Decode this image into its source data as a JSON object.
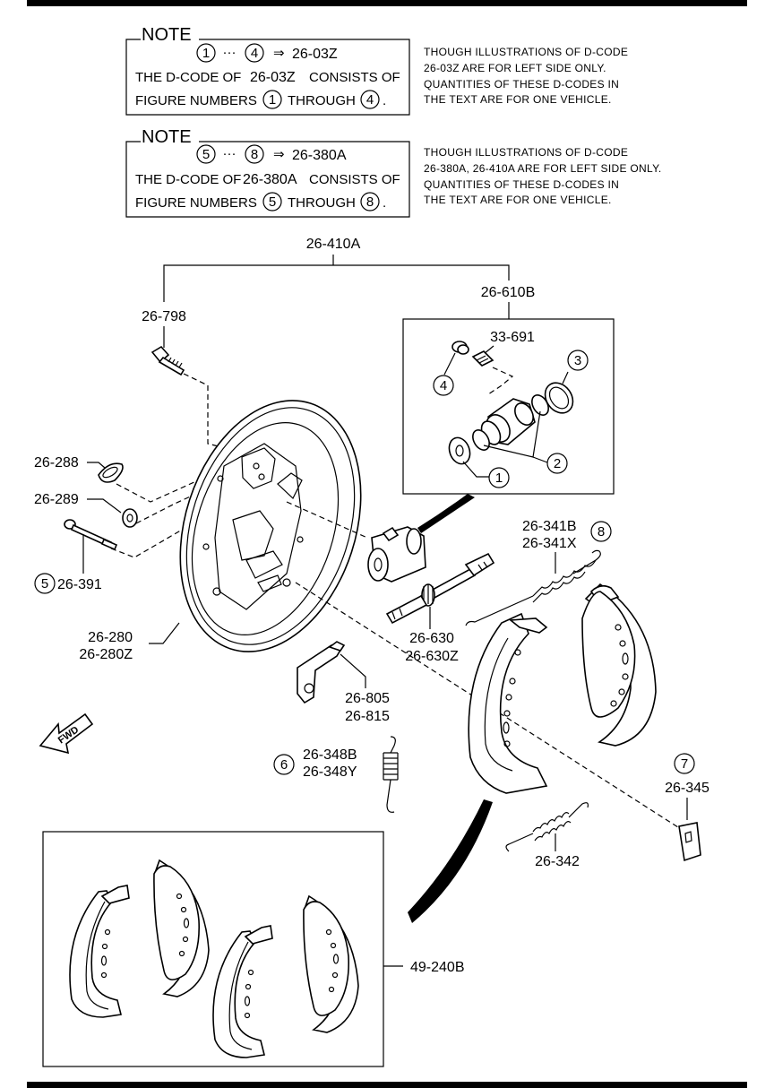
{
  "notes": [
    {
      "heading": "NOTE",
      "range_start": "1",
      "range_end": "4",
      "code": "26-03Z",
      "line2_prefix": "THE D-CODE OF",
      "line2_code": "26-03Z",
      "line2_suffix": "CONSISTS OF",
      "line3_prefix": "FIGURE NUMBERS",
      "line3_mid": "THROUGH",
      "side_lines": [
        "THOUGH ILLUSTRATIONS OF D-CODE",
        "26-03Z ARE FOR LEFT SIDE ONLY.",
        "QUANTITIES OF THESE D-CODES IN",
        "THE TEXT ARE FOR ONE VEHICLE."
      ]
    },
    {
      "heading": "NOTE",
      "range_start": "5",
      "range_end": "8",
      "code": "26-380A",
      "line2_prefix": "THE D-CODE OF",
      "line2_code": "26-380A",
      "line2_suffix": "CONSISTS OF",
      "line3_prefix": "FIGURE NUMBERS",
      "line3_mid": "THROUGH",
      "side_lines": [
        "THOUGH ILLUSTRATIONS OF D-CODE",
        "26-380A, 26-410A ARE FOR LEFT SIDE ONLY.",
        "QUANTITIES OF THESE D-CODES IN",
        "THE TEXT ARE FOR ONE VEHICLE."
      ]
    }
  ],
  "arrow_symbol": "⇒",
  "ellipsis": "···",
  "labels": {
    "assembly": "26-410A",
    "cylinder_kit": "26-610B",
    "bolt": "26-798",
    "bleeder": "33-691",
    "cap_26_288": "26-288",
    "washer_26_289": "26-289",
    "pin_26_391": "26-391",
    "backing_plate_a": "26-280",
    "backing_plate_b": "26-280Z",
    "adjuster_a": "26-630",
    "adjuster_b": "26-630Z",
    "lever_a": "26-805",
    "lever_b": "26-815",
    "spring_upper_a": "26-341B",
    "spring_upper_b": "26-341X",
    "spring_hold_a": "26-348B",
    "spring_hold_b": "26-348Y",
    "clip": "26-345",
    "spring_lower": "26-342",
    "shoe_set": "49-240B",
    "fwd": "FWD"
  },
  "callouts": [
    "1",
    "2",
    "3",
    "4",
    "5",
    "6",
    "7",
    "8"
  ]
}
